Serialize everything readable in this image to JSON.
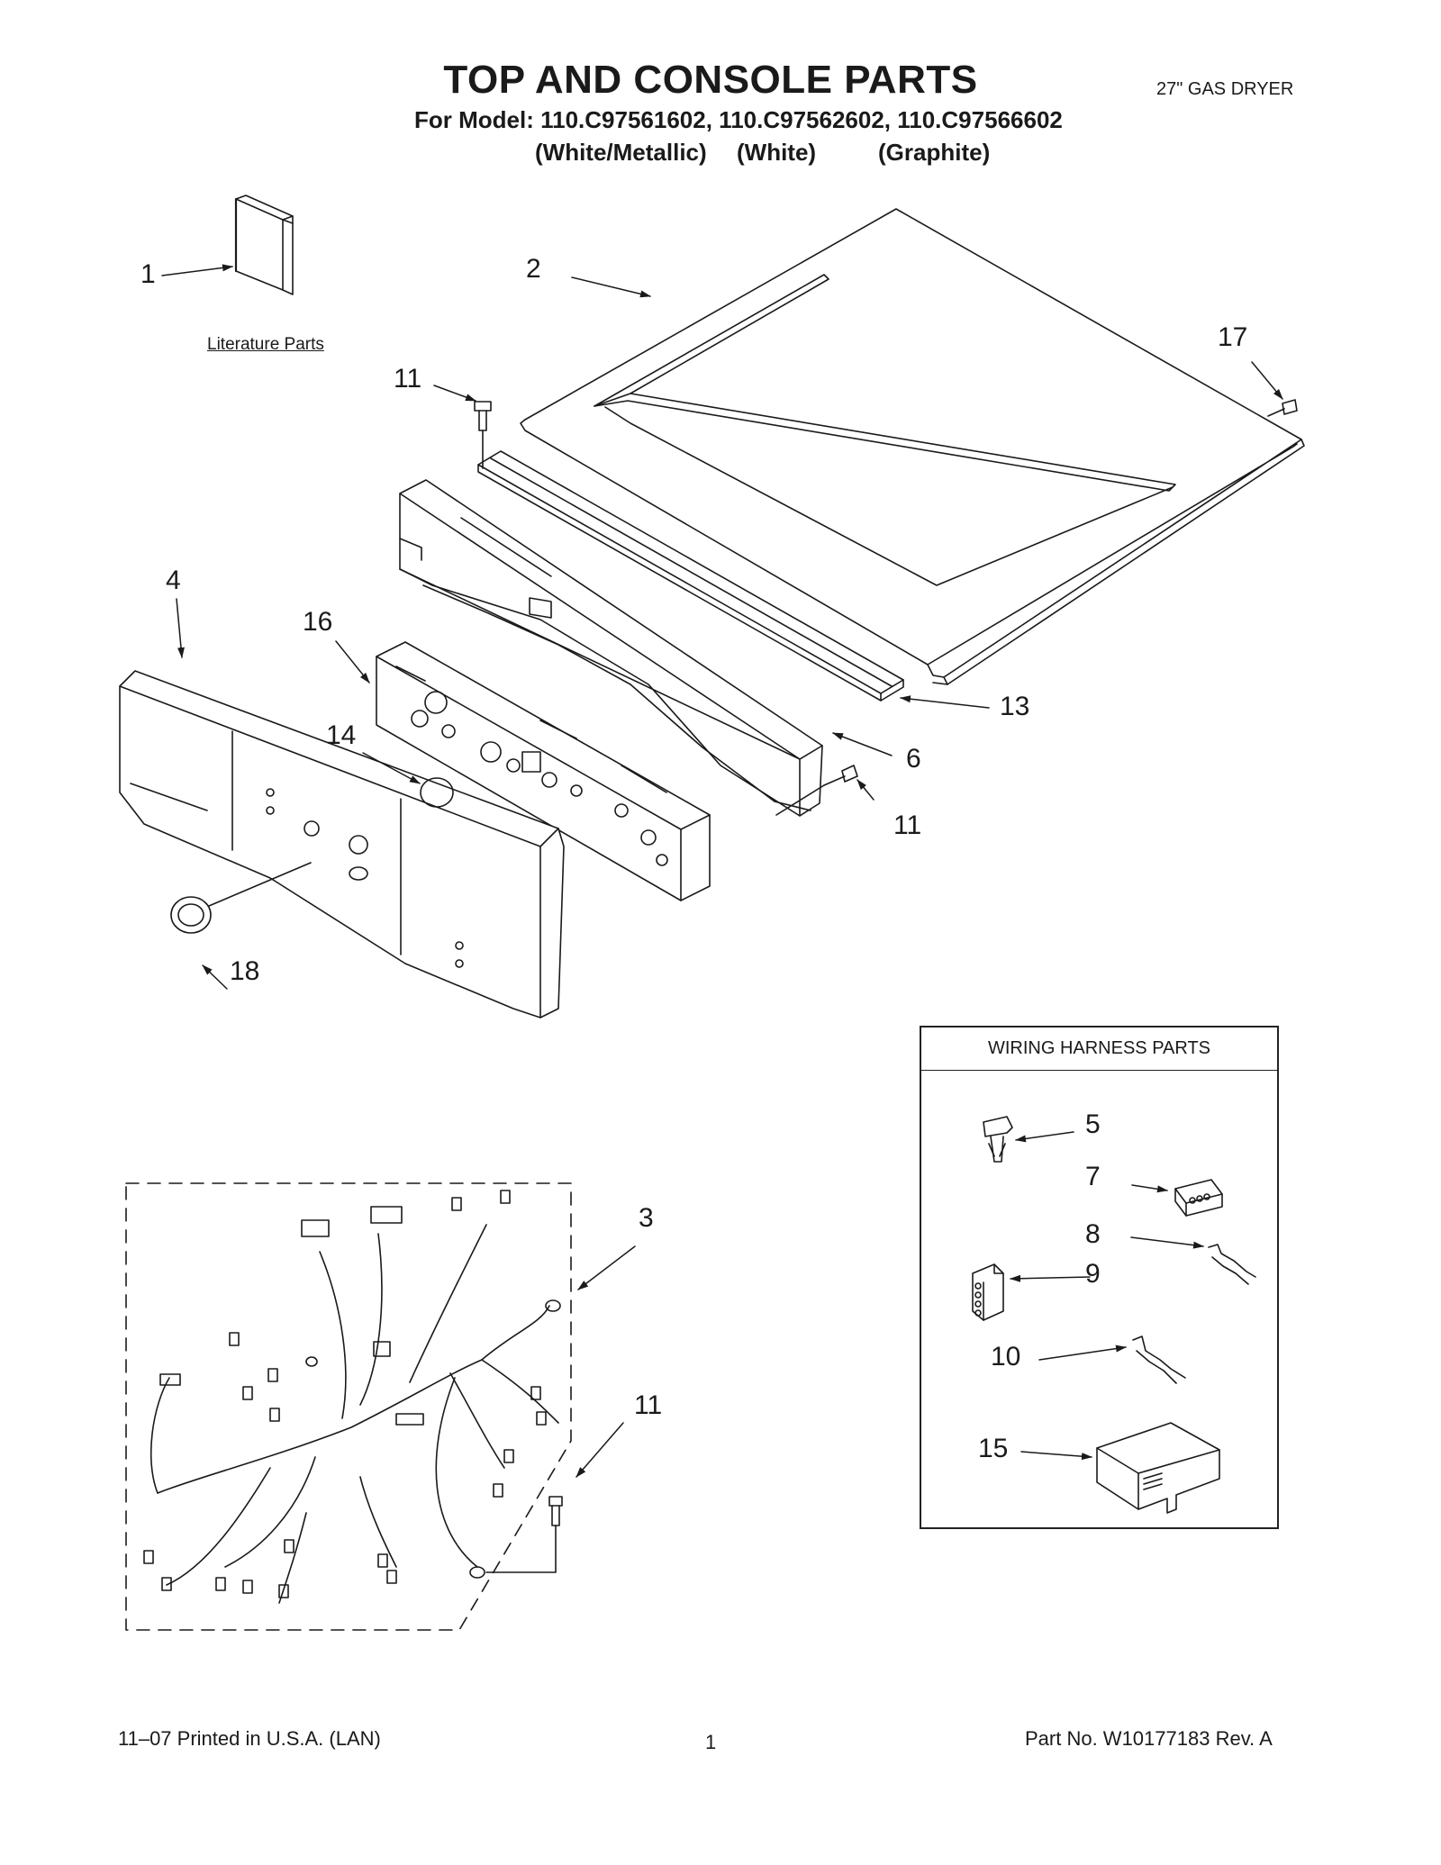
{
  "header": {
    "title": "TOP AND CONSOLE PARTS",
    "model_line": "For Model: 110.C97561602, 110.C97562602, 110.C97566602",
    "variants": [
      "(White/Metallic)",
      "(White)",
      "(Graphite)"
    ],
    "appliance_type": "27\" GAS DRYER"
  },
  "labels": {
    "literature_parts": "Literature Parts",
    "wiring_harness_parts": "WIRING HARNESS PARTS"
  },
  "callouts": {
    "c1": "1",
    "c2": "2",
    "c3": "3",
    "c4": "4",
    "c5": "5",
    "c6": "6",
    "c7": "7",
    "c8": "8",
    "c9": "9",
    "c10": "10",
    "c11a": "11",
    "c11b": "11",
    "c11c": "11",
    "c13": "13",
    "c14": "14",
    "c15": "15",
    "c16": "16",
    "c17": "17",
    "c18": "18"
  },
  "footer": {
    "left": "11–07 Printed in U.S.A. (LAN)",
    "page": "1",
    "right": "Part No. W10177183 Rev. A"
  }
}
